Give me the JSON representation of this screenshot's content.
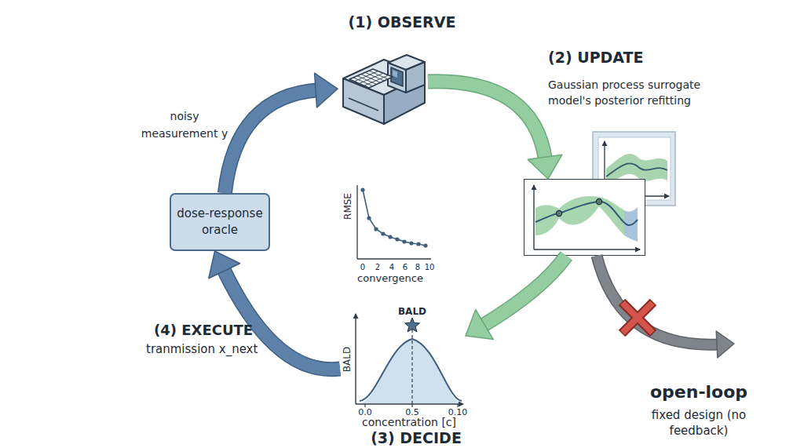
{
  "diagram": {
    "nodes": [
      {
        "text": [
          "(1) OBSERVE"
        ]
      },
      {
        "text": [
          "(2) UPDATE",
          "Gaussian process surrogate model's posterior refitting"
        ]
      },
      {
        "text": [
          "(3) DECIDE"
        ]
      },
      {
        "text": [
          "dose-response oracle"
        ]
      },
      {
        "text": [
          "open-loop",
          "fixed design (no feedback)"
        ]
      }
    ],
    "edges": [
      {
        "from": 3,
        "to": 0,
        "label": "noisy measurement y",
        "arrow": "to"
      },
      {
        "from": 0,
        "to": 1,
        "arrow": "to"
      },
      {
        "from": 1,
        "to": 2,
        "arrow": "to"
      },
      {
        "from": 1,
        "to": 4,
        "arrow": "to"
      },
      {
        "from": 2,
        "to": 3,
        "arrow": "to"
      }
    ],
    "labels": [
      "RMSE",
      "0",
      "2",
      "4",
      "6",
      "8",
      "10",
      "convergence",
      "BALD",
      "BALD",
      "0.0",
      "0.5",
      "0.10",
      "concentration [c]",
      "(4) EXECUTE",
      "tranmission x_next"
    ]
  }
}
